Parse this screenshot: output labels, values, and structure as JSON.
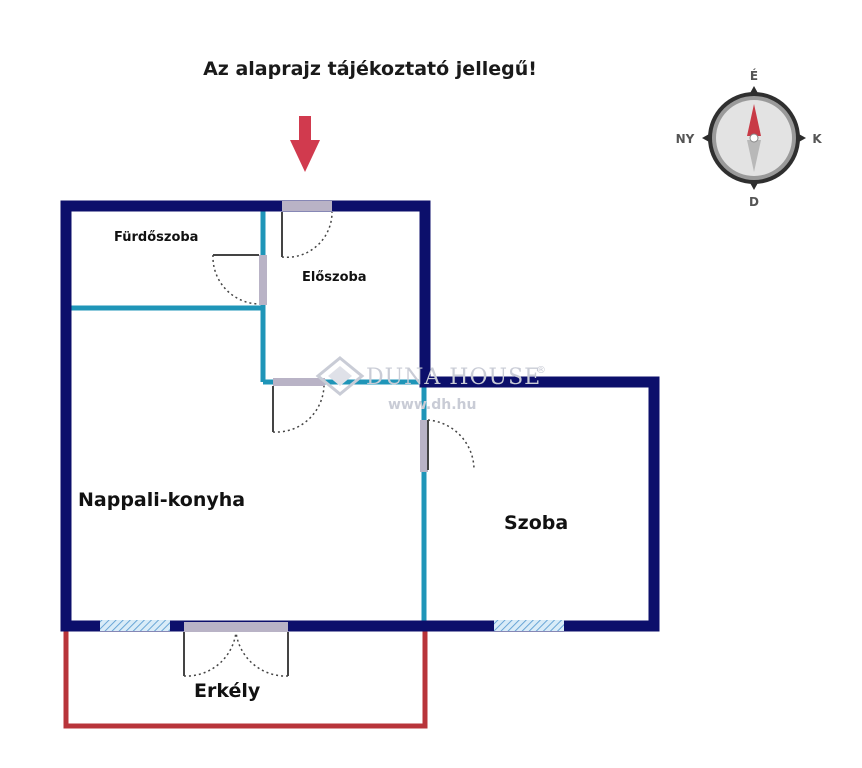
{
  "notice": "Az alaprajz tájékoztató jellegű!",
  "rooms": {
    "bathroom": "Fürdőszoba",
    "hall": "Előszoba",
    "living_kitchen": "Nappali-konyha",
    "room": "Szoba",
    "balcony": "Erkély"
  },
  "compass": {
    "north": "É",
    "south": "D",
    "east": "K",
    "west": "NY"
  },
  "watermark": {
    "brand": "DUNA HOUSE",
    "registered": "®",
    "url": "www.dh.hu"
  },
  "colors": {
    "outer_wall": "#0c0f6b",
    "inner_wall": "#1f95b8",
    "balcony_rail": "#b8343a",
    "entrance_arrow": "#d13a4e",
    "window": "#8fb8dc",
    "door_lintel": "#b9b3c6",
    "door_swing": "#444444"
  }
}
